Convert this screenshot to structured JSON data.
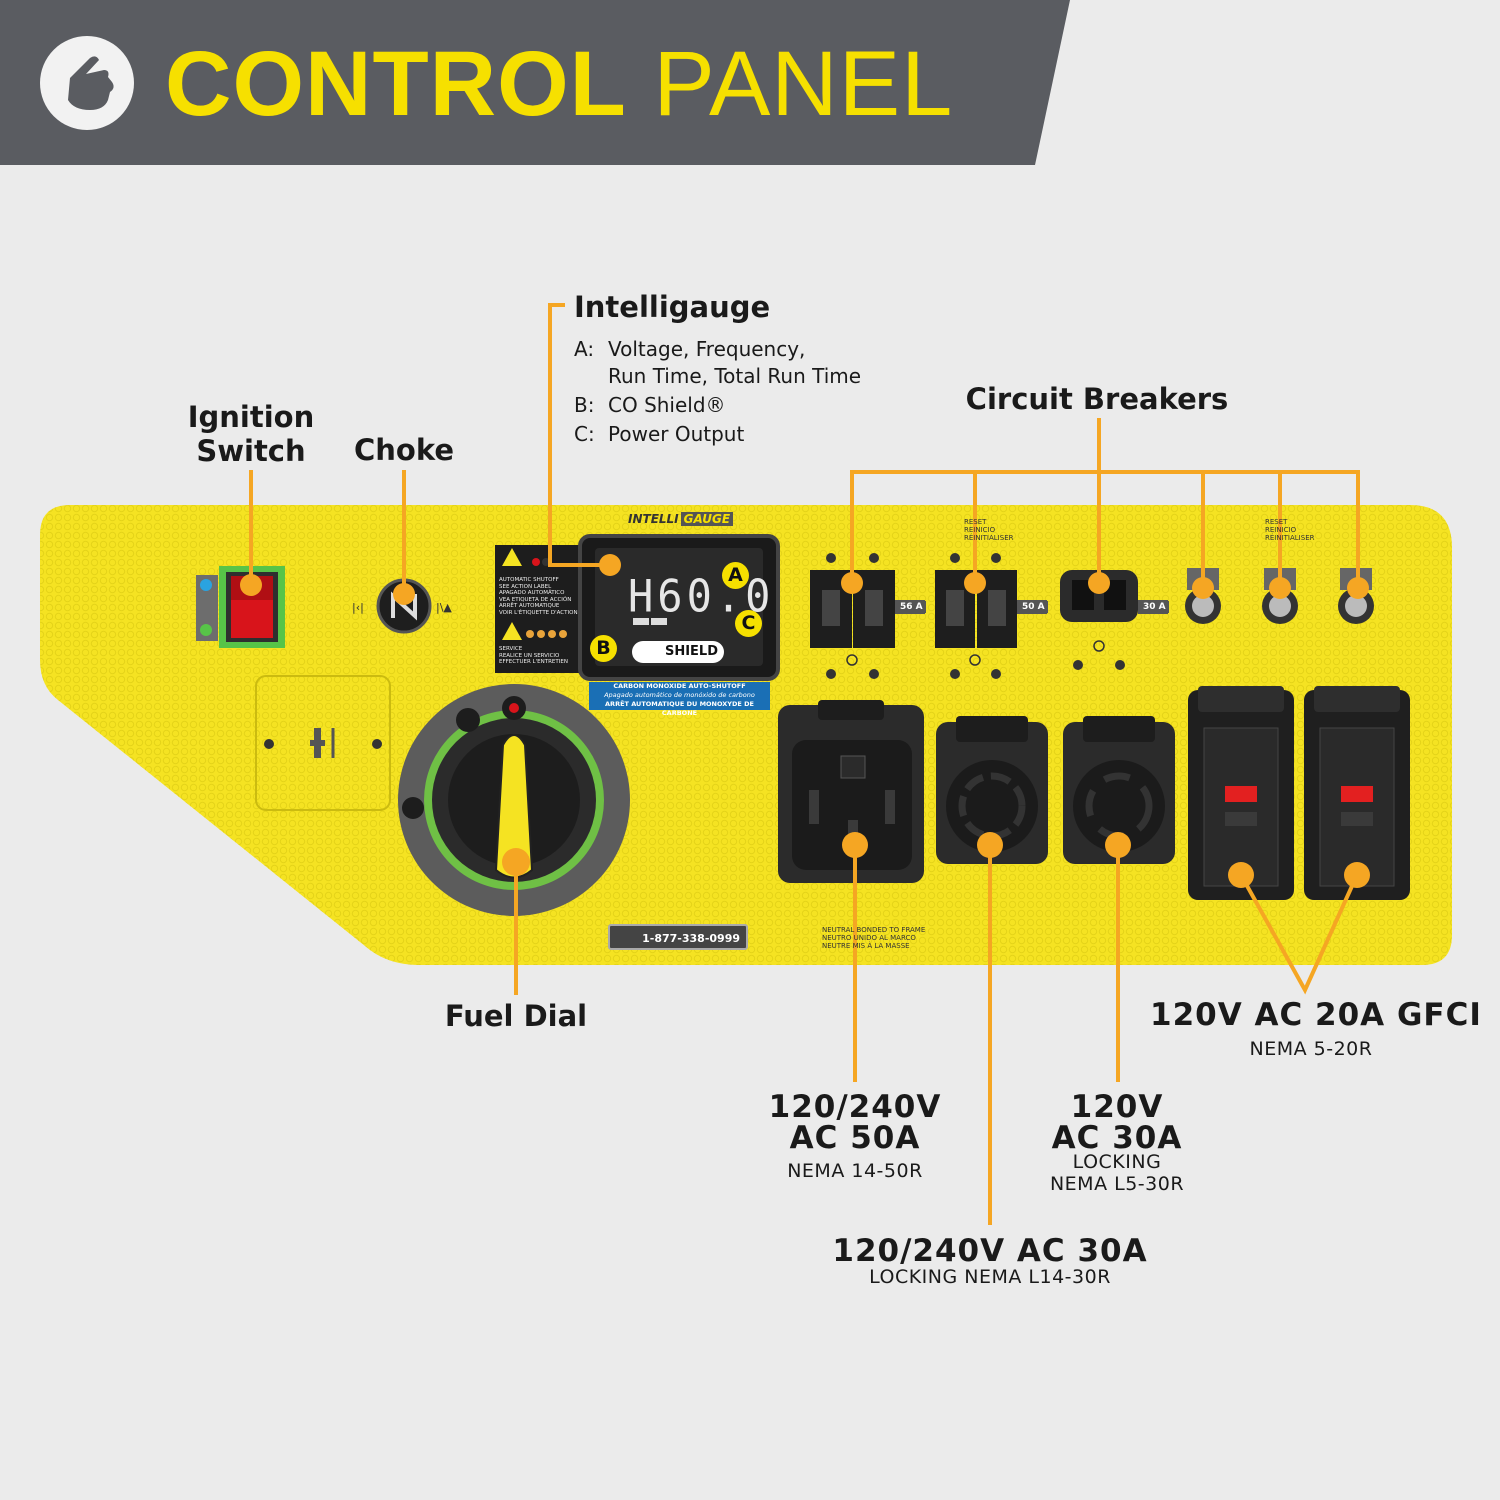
{
  "header": {
    "title_bold": "CONTROL",
    "title_light": "PANEL",
    "icon": "hand-pointer-icon",
    "colors": {
      "banner": "#5a5c61",
      "title": "#f6e000",
      "panel": "#f5e322",
      "callout": "#f5a623"
    }
  },
  "labels": {
    "ignition_1": "Ignition",
    "ignition_2": "Switch",
    "choke": "Choke",
    "intelligauge": "Intelligauge",
    "circuit_breakers": "Circuit Breakers",
    "fuel_dial": "Fuel Dial"
  },
  "intelligauge_items": {
    "a_key": "A:",
    "a_text_1": "Voltage, Frequency,",
    "a_text_2": "Run Time, Total Run Time",
    "b_key": "B:",
    "b_text": "CO Shield®",
    "c_key": "C:",
    "c_text": "Power Output"
  },
  "outlets": {
    "o50_title_1": "120/240V",
    "o50_title_2": "AC 50A",
    "o50_sub": "NEMA 14-50R",
    "o30l14_title": "120/240V AC 30A",
    "o30l14_sub": "LOCKING NEMA L14-30R",
    "o30l5_title_1": "120V",
    "o30l5_title_2": "AC 30A",
    "o30l5_sub_1": "LOCKING",
    "o30l5_sub_2": "NEMA L5-30R",
    "gfci_title": "120V AC 20A GFCI",
    "gfci_sub": "NEMA 5-20R"
  },
  "panel_marks": {
    "brand_1": "INTELLI",
    "brand_2": "GAUGE",
    "display": "H60.0",
    "badge_a": "A",
    "badge_b": "B",
    "badge_c": "C",
    "co_logo": "SHIELD",
    "co_band_1": "CARBON MONOXIDE AUTO-SHUTOFF",
    "co_band_2": "Apagado automático de monóxido de carbono",
    "co_band_3": "ARRÊT AUTOMATIQUE DU MONOXYDE DE CARBONE",
    "phone": "1-877-338-0999",
    "breaker_1": "56 A",
    "breaker_2": "50 A",
    "breaker_3": "30 A",
    "reset_1": "RESET",
    "reset_2": "REINICIO",
    "reset_3": "RÉINITIALISER",
    "warn_1": "AUTOMATIC SHUTOFF",
    "warn_2": "SEE ACTION LABEL",
    "warn_3": "APAGADO AUTOMÁTICO",
    "warn_4": "VEA ETIQUETA DE ACCIÓN",
    "warn_5": "ARRÊT AUTOMATIQUE",
    "warn_6": "VOIR L'ÉTIQUETTE D'ACTION",
    "service_1": "SERVICE",
    "service_2": "REALICE UN SERVICIO",
    "service_3": "EFFECTUER L'ENTRETIEN",
    "neutral_1": "NEUTRAL BONDED TO FRAME",
    "neutral_2": "NEUTRO UNIDO AL MARCO",
    "neutral_3": "NEUTRE MIS À LA MASSE"
  }
}
